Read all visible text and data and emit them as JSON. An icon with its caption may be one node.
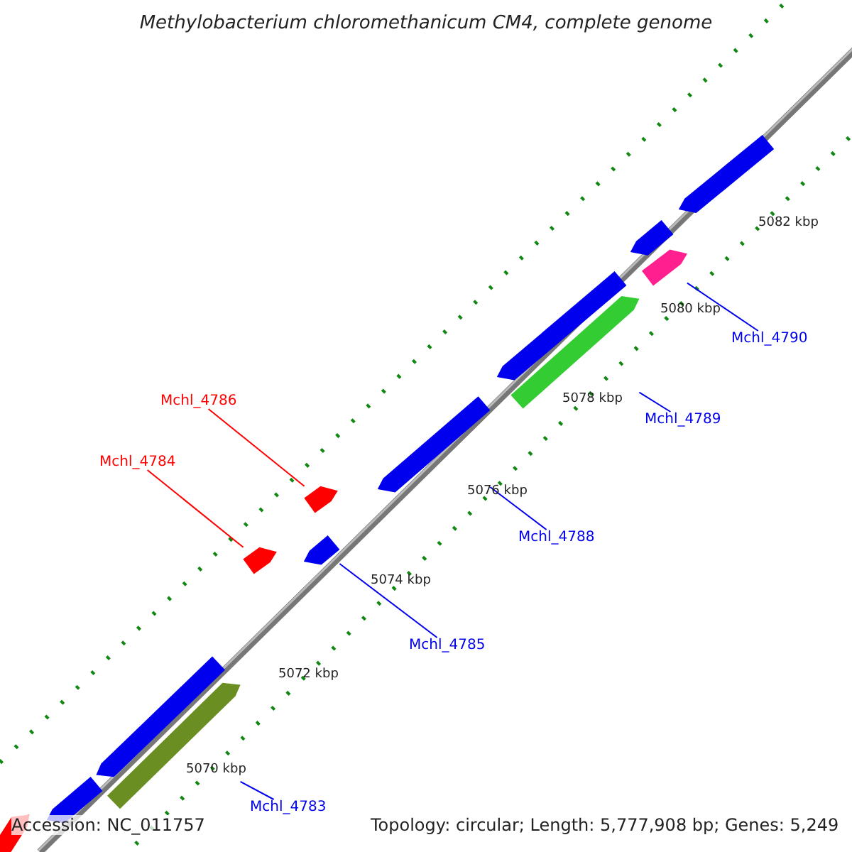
{
  "diagram": {
    "title": "Methylobacterium chloromethanicum CM4, complete genome",
    "nodes": [
      {
        "text": [
          "Mchl_4790"
        ]
      },
      {
        "text": [],
        "shape": "bar"
      },
      {
        "text": [
          "Mchl_4789"
        ]
      },
      {
        "text": [],
        "shape": "bar"
      },
      {
        "text": [
          "Mchl_4786"
        ]
      },
      {
        "text": [],
        "shape": "bar"
      },
      {
        "text": [
          "Mchl_4784"
        ]
      },
      {
        "text": [
          "Mchl_4788"
        ]
      },
      {
        "text": [],
        "shape": "bar"
      },
      {
        "text": [],
        "shape": "bar"
      },
      {
        "text": [
          "Mchl_4785"
        ]
      },
      {
        "text": [],
        "shape": "bar"
      },
      {
        "text": [
          "Mchl_4783"
        ]
      },
      {
        "text": [],
        "shape": "bar"
      },
      {
        "text": [],
        "shape": "bar"
      },
      {
        "text": [],
        "shape": "bar"
      },
      {
        "text": [],
        "shape": "bar"
      },
      {
        "text": [],
        "shape": "bar"
      },
      {
        "text": [],
        "shape": "bar"
      },
      {
        "text": [],
        "shape": "bar"
      }
    ],
    "edges": [
      {
        "from": 0,
        "to": 1,
        "arrow": "none"
      },
      {
        "from": 2,
        "to": 3,
        "arrow": "none"
      },
      {
        "from": 4,
        "to": 5,
        "arrow": "none",
        "color": "#ff0000"
      },
      {
        "from": 6,
        "to": 9,
        "arrow": "none",
        "color": "#ff0000"
      },
      {
        "from": 7,
        "to": 8,
        "arrow": "none"
      },
      {
        "from": 10,
        "to": 11,
        "arrow": "none"
      },
      {
        "from": 12,
        "to": 13,
        "arrow": "none"
      }
    ],
    "labels": [
      "5082 kbp",
      "5080 kbp",
      "5078 kbp",
      "5076 kbp",
      "5074 kbp",
      "5072 kbp",
      "5070 kbp",
      "Accession: NC_011757",
      "Topology: circular; Length: 5,777,908 bp; Genes: 5,249"
    ]
  }
}
